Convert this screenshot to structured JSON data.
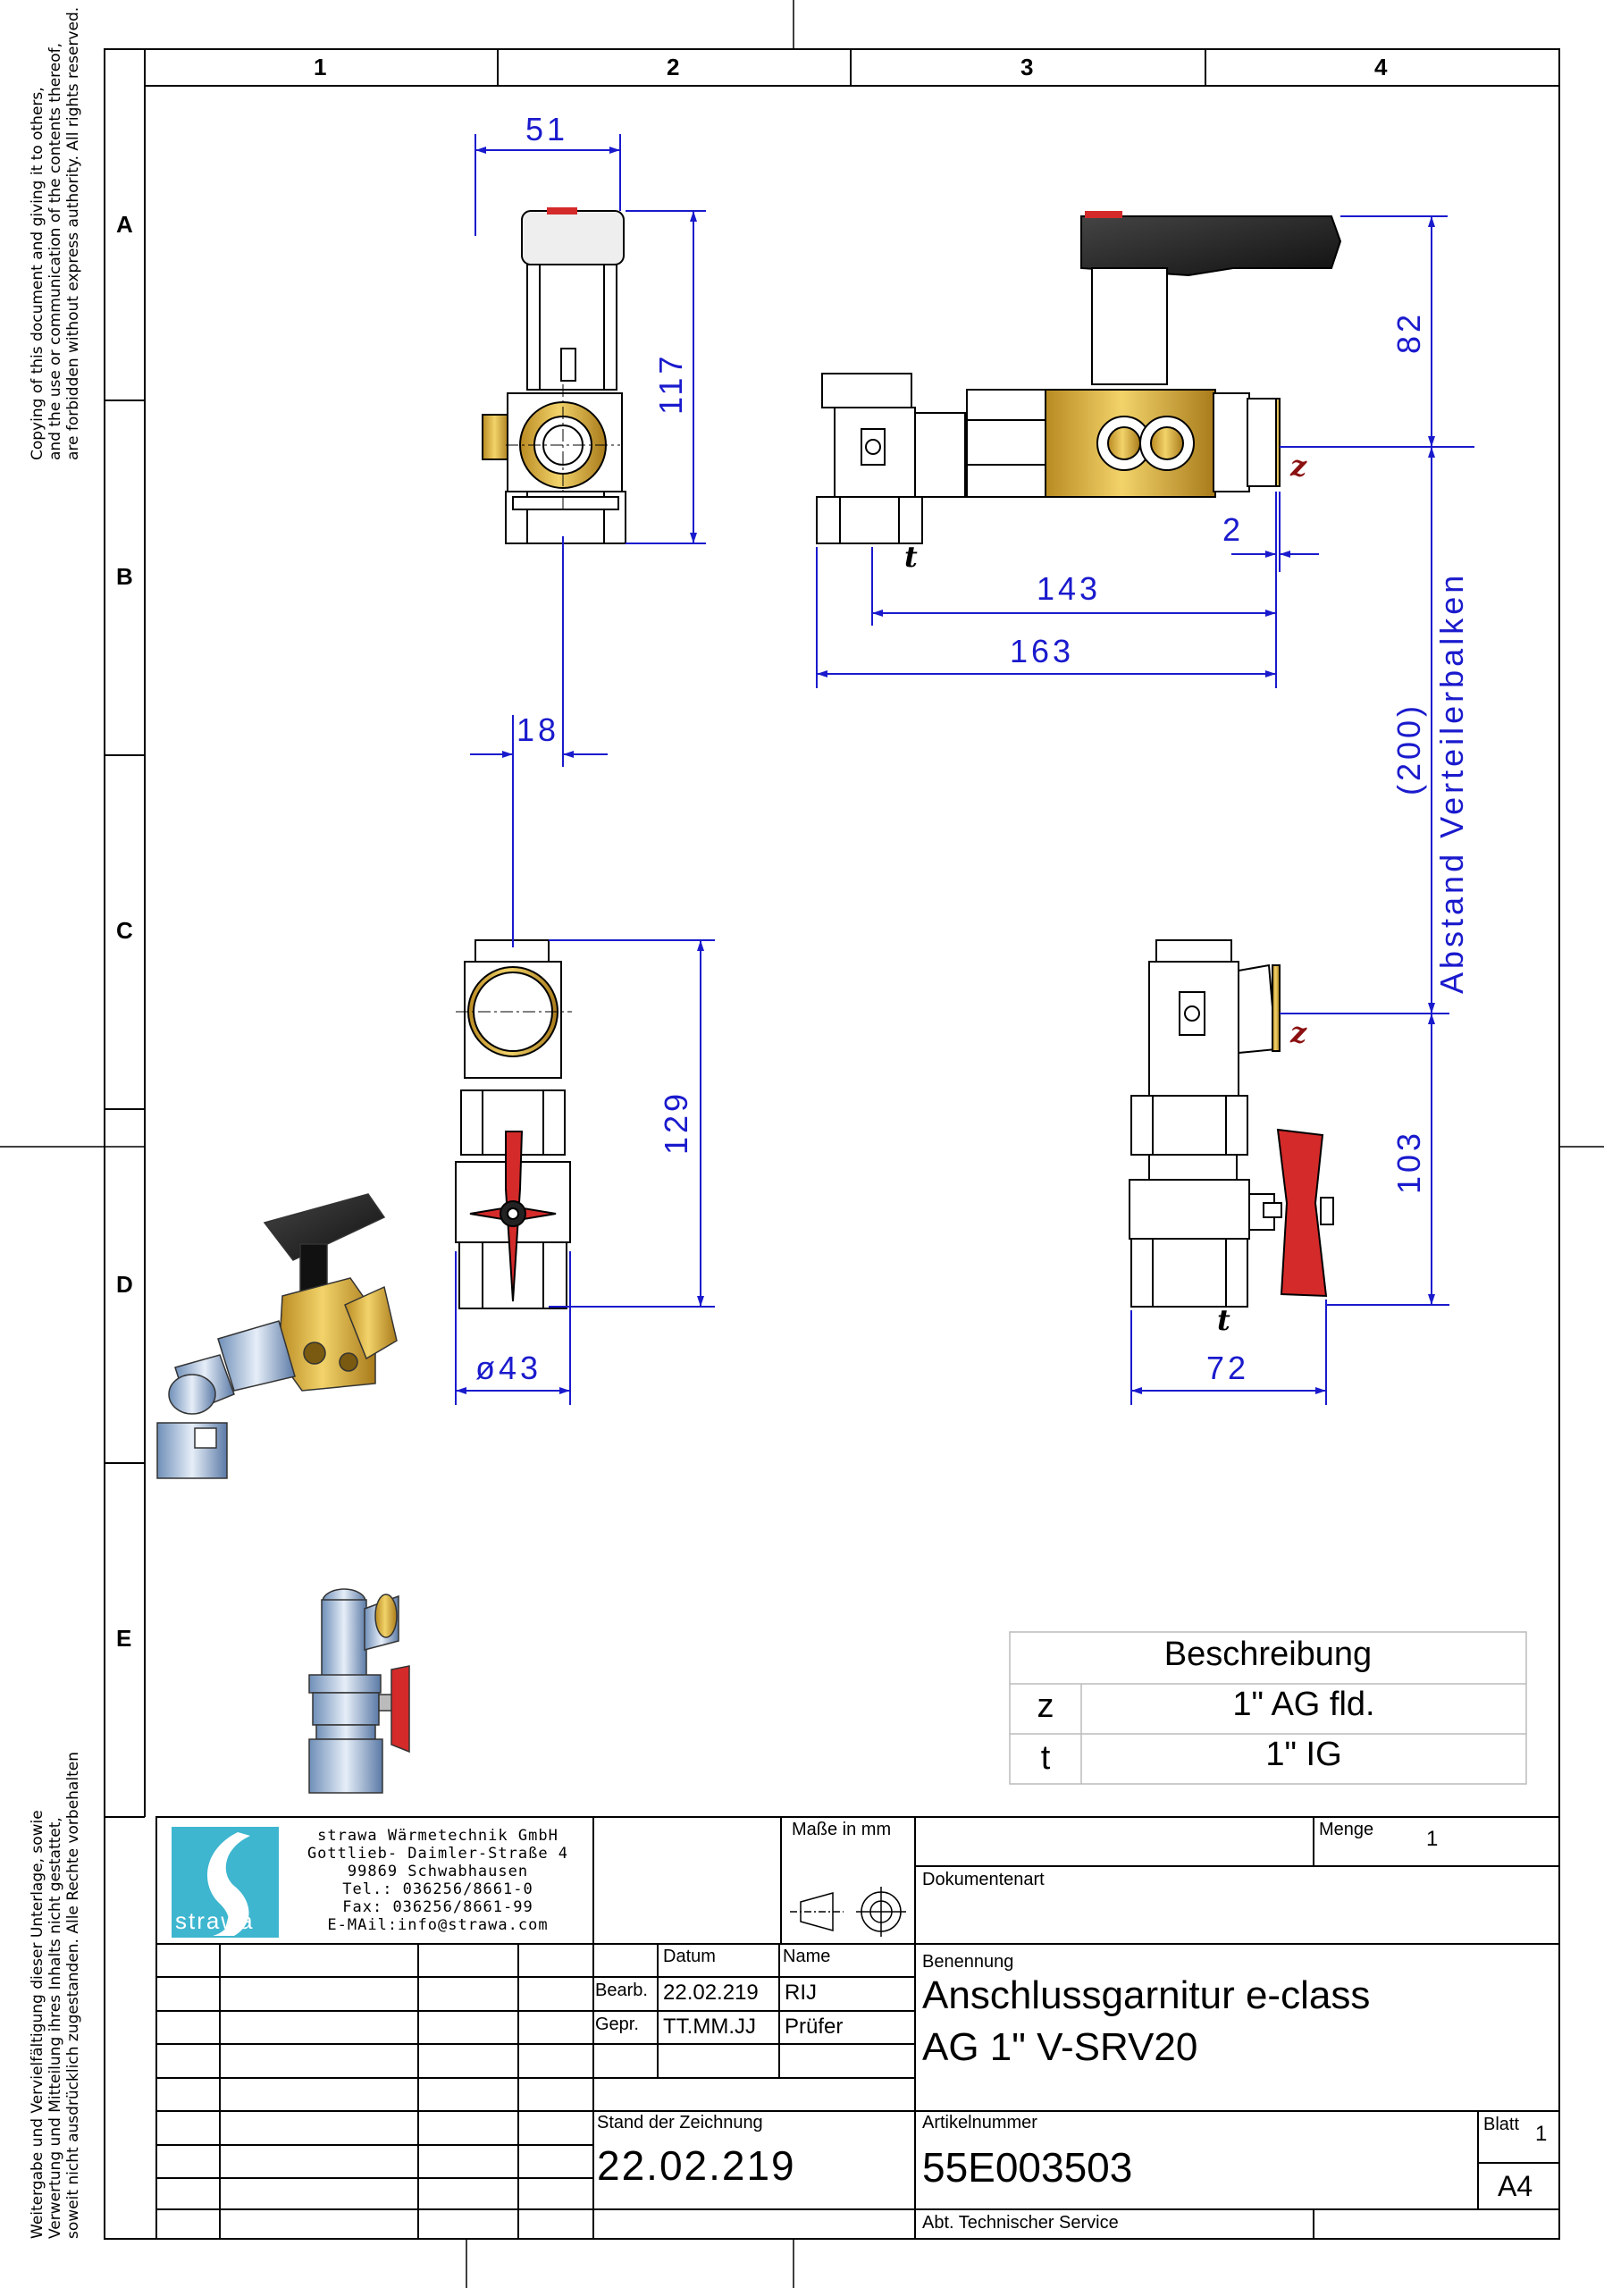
{
  "copyright_en": [
    "Copying of this document and giving it to others,",
    "and the use or communication of the contents thereof,",
    "are forbidden without express authority. All rights reserved."
  ],
  "copyright_de": [
    "Weitergabe und Vervielfältigung dieser Unterlage, sowie",
    "Verwertung und Mitteilung ihres Inhalts nicht gestattet,",
    "soweit nicht ausdrücklich zugestanden. Alle Rechte vorbehalten"
  ],
  "grid": {
    "columns": [
      "1",
      "2",
      "3",
      "4"
    ],
    "rows": [
      "A",
      "B",
      "C",
      "D",
      "E"
    ]
  },
  "dimensions": {
    "d51": "51",
    "d117": "117",
    "d82": "82",
    "d2": "2",
    "d143": "143",
    "d163": "163",
    "d18": "18",
    "d200": "(200)",
    "verteiler": "Abstand Verteilerbalken",
    "d129": "129",
    "d103": "103",
    "d43": "ø43",
    "d72": "72"
  },
  "markers": {
    "z": "z",
    "t": "t"
  },
  "description_table": {
    "header": "Beschreibung",
    "rows": [
      {
        "key": "z",
        "value": "1\" AG fld."
      },
      {
        "key": "t",
        "value": "1\" IG"
      }
    ]
  },
  "company": {
    "logo_text": "strawa",
    "lines": [
      "strawa Wärmetechnik GmbH",
      "Gottlieb- Daimler-Straße 4",
      "99869 Schwabhausen",
      "Tel.: 036256/8661-0",
      "Fax: 036256/8661-99",
      "E-MAil:info@strawa.com"
    ]
  },
  "title_block": {
    "units_label": "Maße in mm",
    "menge_label": "Menge",
    "menge_value": "1",
    "dokumentenart_label": "Dokumentenart",
    "datum_label": "Datum",
    "name_label": "Name",
    "benennung_label": "Benennung",
    "bearb_label": "Bearb.",
    "bearb_date": "22.02.219",
    "bearb_name": "RIJ",
    "gepr_label": "Gepr.",
    "gepr_date": "TT.MM.JJ",
    "gepr_name": "Prüfer",
    "title_line1": "Anschlussgarnitur e-class",
    "title_line2": "AG 1\" V-SRV20",
    "stand_label": "Stand der Zeichnung",
    "stand_value": "22.02.219",
    "artikel_label": "Artikelnummer",
    "artikel_value": "55E003503",
    "blatt_label": "Blatt",
    "blatt_value": "1",
    "format_value": "A4",
    "department": "Abt. Technischer Service"
  },
  "colors": {
    "dimension": "#1a1acd",
    "brass": "#e8c24a",
    "handle_red": "#d42a2a",
    "marker": "#8b1010"
  }
}
